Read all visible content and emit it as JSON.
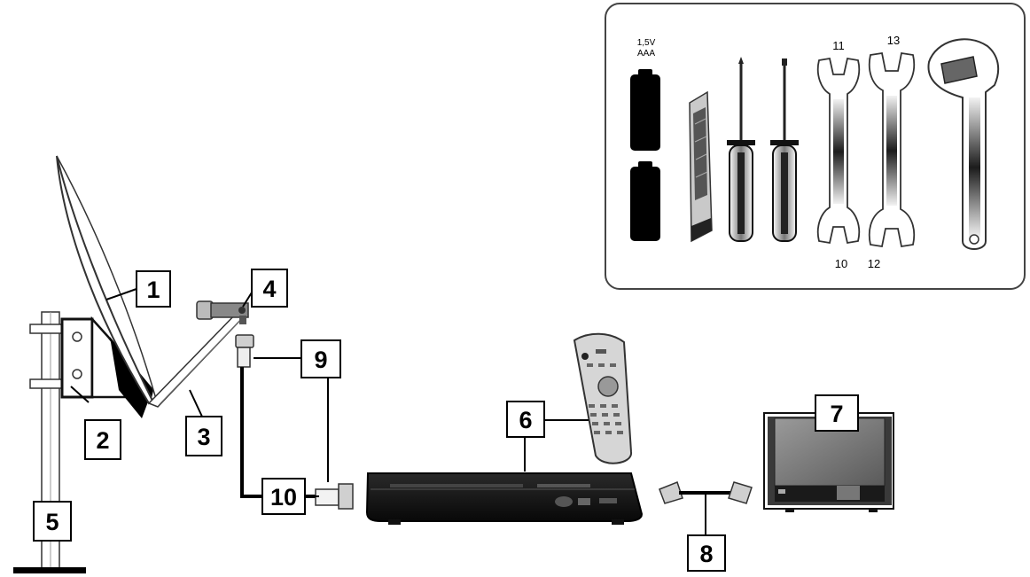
{
  "callouts": [
    {
      "id": "1",
      "label": "1"
    },
    {
      "id": "2",
      "label": "2"
    },
    {
      "id": "3",
      "label": "3"
    },
    {
      "id": "4",
      "label": "4"
    },
    {
      "id": "5",
      "label": "5"
    },
    {
      "id": "6",
      "label": "6"
    },
    {
      "id": "7",
      "label": "7"
    },
    {
      "id": "8",
      "label": "8"
    },
    {
      "id": "9",
      "label": "9"
    },
    {
      "id": "10",
      "label": "10"
    }
  ],
  "tools_panel": {
    "battery": {
      "voltage": "1,5V",
      "type": "AAA"
    },
    "wrench_sizes": {
      "a_top": "11",
      "a_bottom": "10",
      "b_top": "13",
      "b_bottom": "12"
    }
  }
}
